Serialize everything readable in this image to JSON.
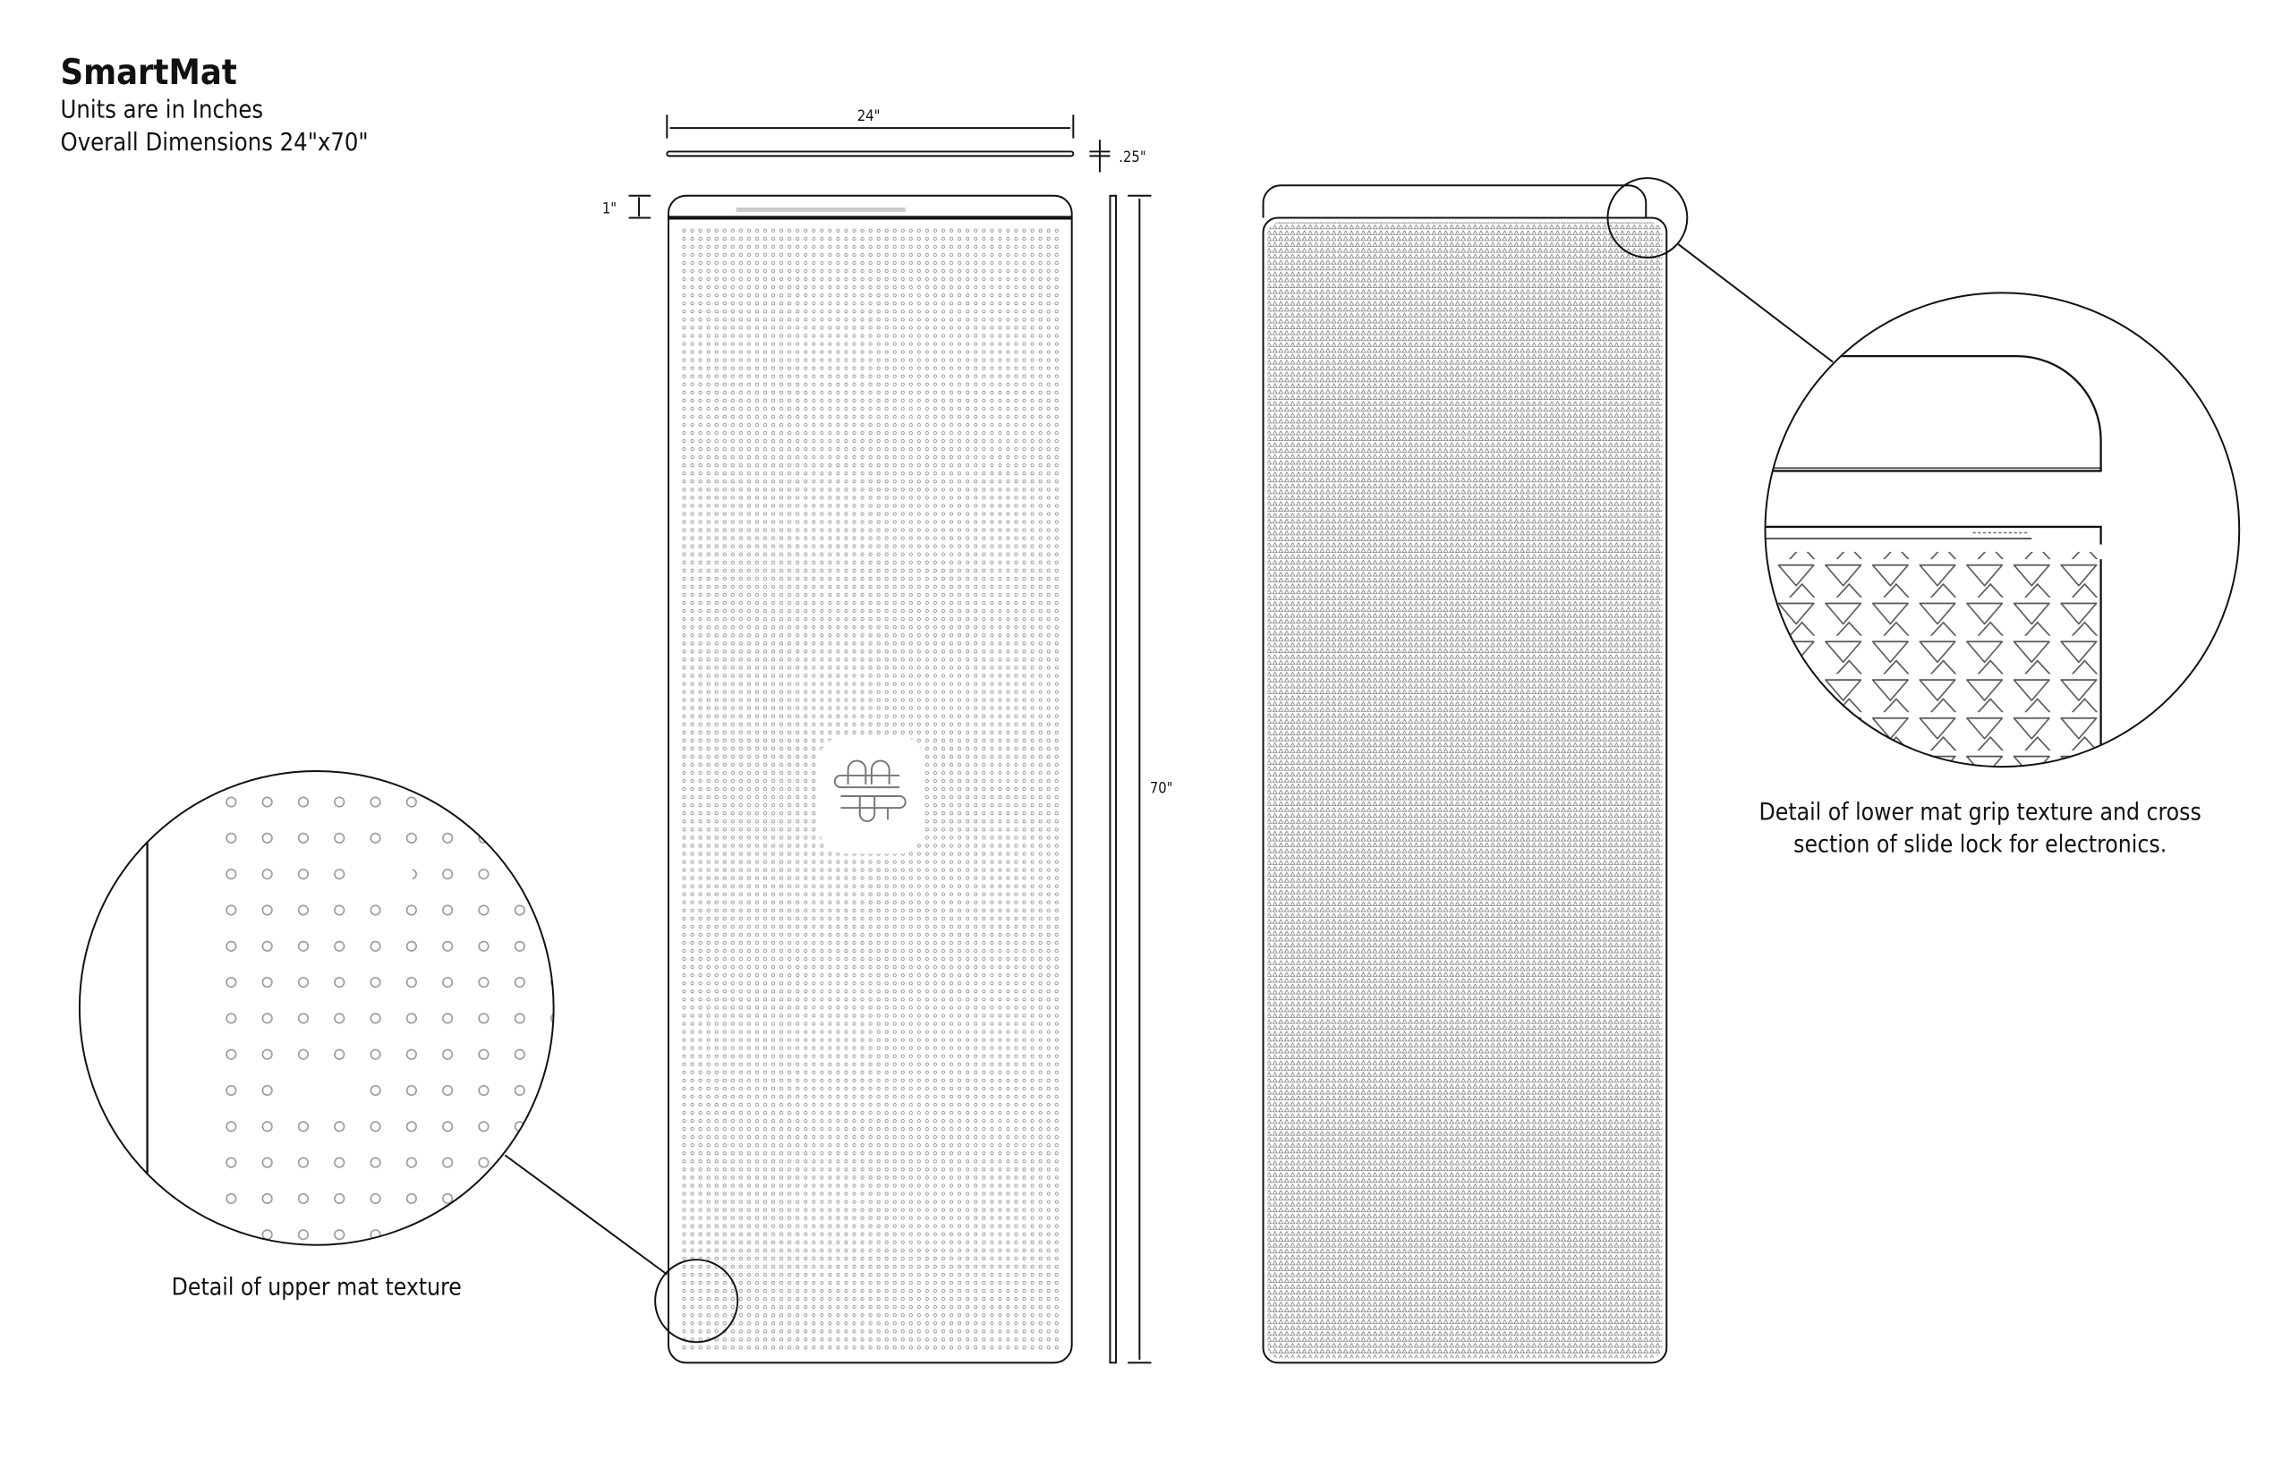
{
  "header": {
    "title": "SmartMat",
    "units": "Units are in Inches",
    "overall": "Overall Dimensions 24\"x70\""
  },
  "dimensions": {
    "width": "24\"",
    "thickness": ".25\"",
    "header_height": "1\"",
    "length": "70\""
  },
  "captions": {
    "upper_detail": "Detail of upper mat texture",
    "lower_detail_line1": "Detail of lower mat grip texture and cross",
    "lower_detail_line2": "section of slide lock for electronics."
  },
  "colors": {
    "line": "#111111",
    "texture": "#8a8a8a"
  }
}
